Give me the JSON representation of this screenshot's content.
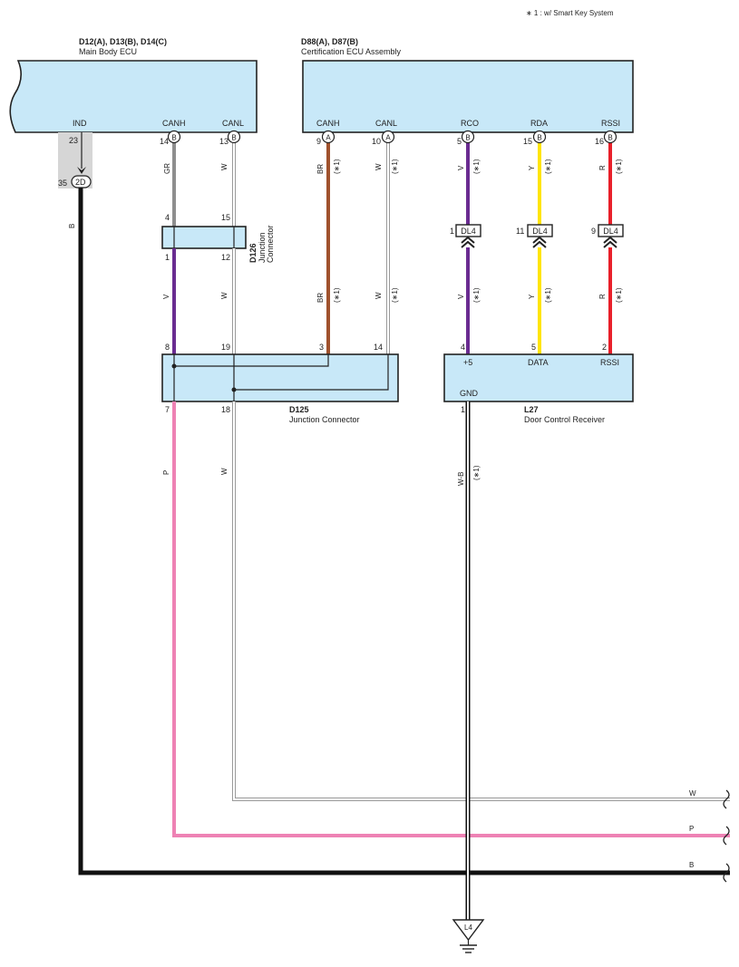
{
  "note": "∗ 1 : w/ Smart Key System",
  "colors": {
    "box_fill": "#c8e8f8",
    "wire_gray": "#8e8e8e",
    "wire_brown": "#a0522d",
    "wire_violet": "#6a2c91",
    "wire_yellow": "#ffe500",
    "wire_red": "#e8202a",
    "wire_pink": "#ee82b4",
    "wire_black": "#111111",
    "wire_white_outline": "#999999",
    "shade_gray": "#d6d6d6"
  },
  "main_ecu": {
    "code": "D12(A), D13(B), D14(C)",
    "name": "Main Body ECU",
    "pins": {
      "ind": "IND",
      "canh": "CANH",
      "canl": "CANL"
    },
    "pin_numbers": {
      "ind": "23",
      "canh": "14",
      "canl": "13"
    },
    "connector_tags": {
      "canh": "B",
      "canl": "B"
    }
  },
  "cert_ecu": {
    "code": "D88(A), D87(B)",
    "name": "Certification ECU Assembly",
    "pins": {
      "canh": "CANH",
      "canl": "CANL",
      "rco": "RCO",
      "rda": "RDA",
      "rssi": "RSSI"
    },
    "pin_numbers": {
      "canh": "9",
      "canl": "10",
      "rco": "5",
      "rda": "15",
      "rssi": "16"
    },
    "connector_tags": {
      "canh": "A",
      "canl": "A",
      "rco": "B",
      "rda": "B",
      "rssi": "B"
    }
  },
  "ind_junction": {
    "pin": "35",
    "tag": "2D"
  },
  "d126": {
    "code": "D126",
    "name_line1": "Junction",
    "name_line2": "Connector",
    "pins": {
      "top_left": "4",
      "top_right": "15",
      "bottom_left": "1",
      "bottom_right": "12"
    }
  },
  "d125": {
    "code": "D125",
    "name": "Junction Connector",
    "pins": {
      "in_1": "8",
      "in_2": "19",
      "in_3": "3",
      "in_4": "14",
      "out_1": "7",
      "out_2": "18"
    }
  },
  "dl4": {
    "label": "DL4",
    "pins": {
      "rco": "1",
      "rda": "11",
      "rssi": "9"
    }
  },
  "l27": {
    "code": "L27",
    "name": "Door Control Receiver",
    "pins": {
      "p5": "+5",
      "data": "DATA",
      "rssi": "RSSI",
      "gnd": "GND"
    },
    "pin_numbers": {
      "p5": "4",
      "data": "5",
      "rssi": "2",
      "gnd": "1"
    }
  },
  "wire_labels": {
    "b": "B",
    "gr": "GR",
    "w": "W",
    "br": "BR",
    "v": "V",
    "y": "Y",
    "r": "R",
    "p": "P",
    "wb": "W-B",
    "star": "(∗1)"
  },
  "exits": {
    "w": "W",
    "p": "P",
    "b": "B"
  },
  "ground": {
    "label": "L4"
  }
}
